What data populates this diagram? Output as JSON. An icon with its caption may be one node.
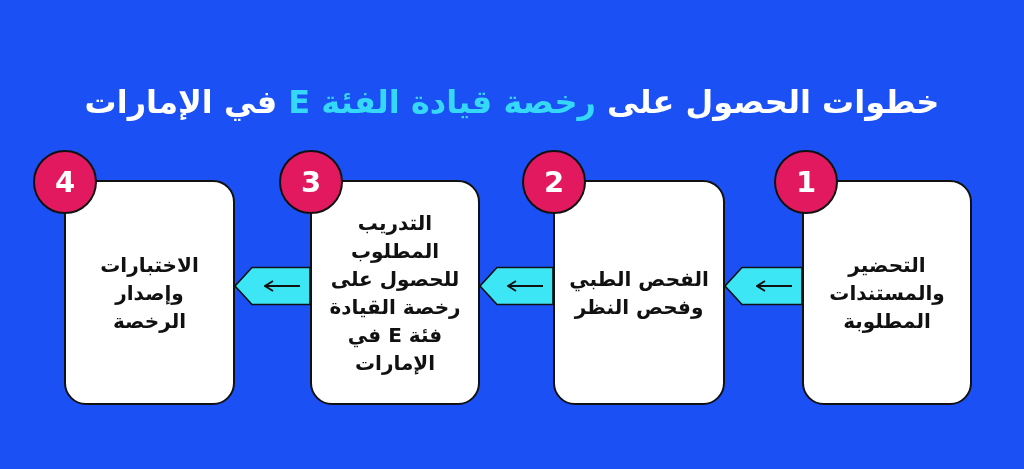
{
  "diagram": {
    "title": "خطوات الحصول على *رخصة قيادة الفئة E* في الإمارات",
    "nodes": [
      {
        "text": [
          "1"
        ]
      },
      {
        "text": [
          "التحضير والمستندات المطلوبة"
        ]
      },
      {
        "text": [
          "2"
        ]
      },
      {
        "text": [
          "الفحص الطبي وفحص النظر"
        ]
      },
      {
        "text": [
          "3"
        ]
      },
      {
        "text": [
          "التدريب المطلوب للحصول على رخصة القيادة فئة E في الإمارات"
        ]
      },
      {
        "text": [
          "4"
        ]
      },
      {
        "text": [
          "الاختبارات وإصدار الرخصة"
        ]
      }
    ],
    "edges": [
      {
        "from": 1,
        "to": 3,
        "arrow": "to"
      },
      {
        "from": 3,
        "to": 5,
        "arrow": "to"
      },
      {
        "from": 5,
        "to": 7,
        "arrow": "to"
      }
    ]
  }
}
